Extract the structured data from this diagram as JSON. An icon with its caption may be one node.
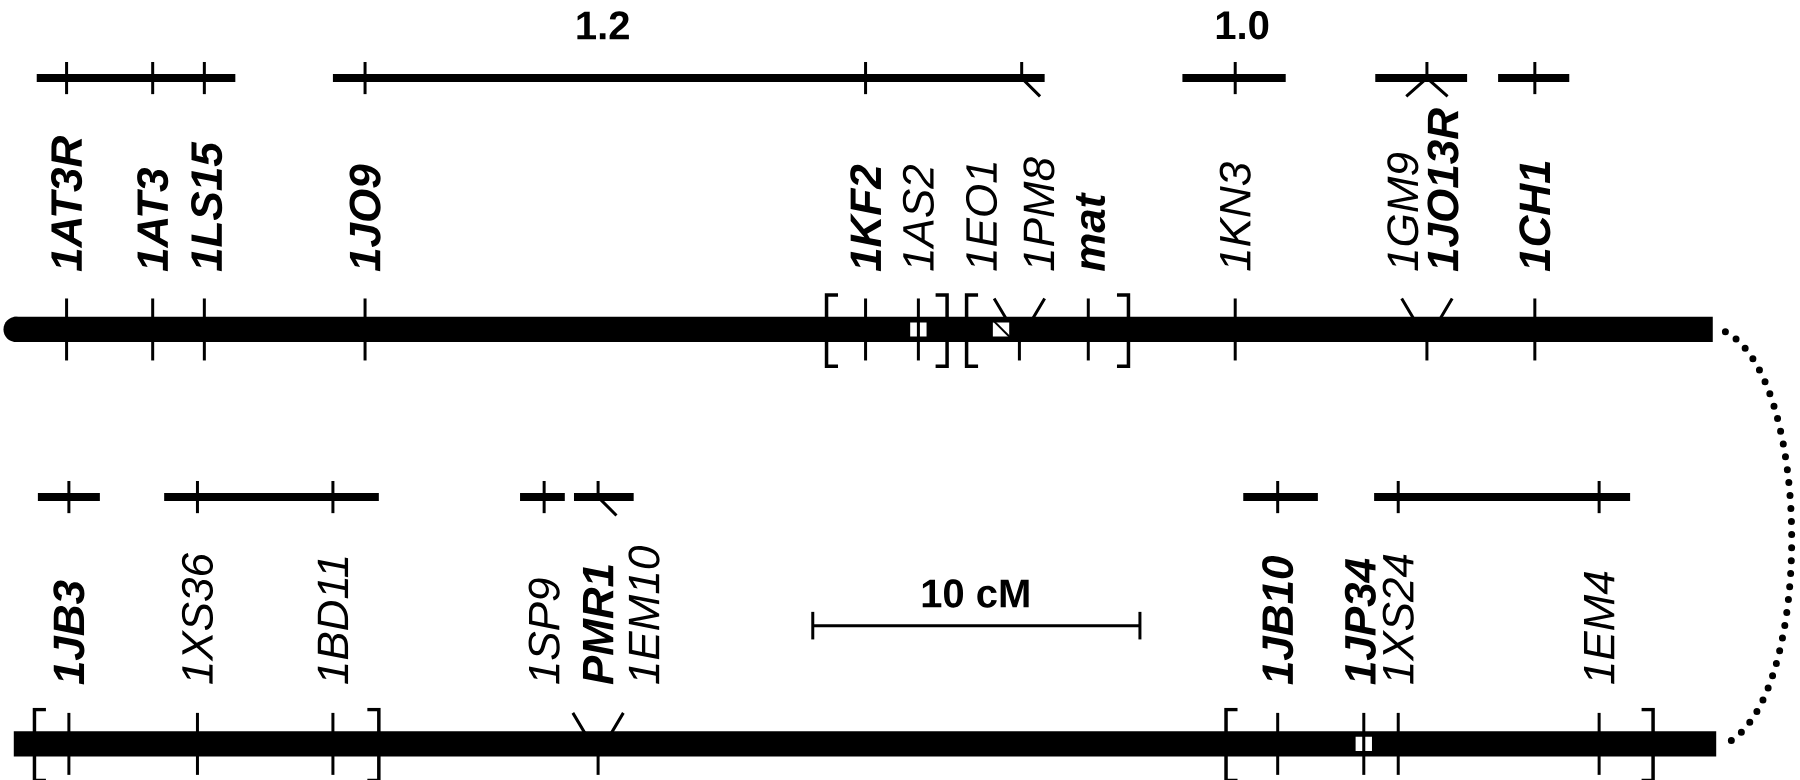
{
  "diagram": {
    "labels": [
      "1.2",
      "1.0",
      "1AT3R",
      "1AT3",
      "1LS15",
      "1JO9",
      "1KF2",
      "1AS2",
      "1EO1",
      "1PM8",
      "mat",
      "1KN3",
      "1GM9",
      "1JO13R",
      "1CH1",
      "1JB3",
      "1XS36",
      "1BD11",
      "1SP9",
      "PMR1",
      "1EM10",
      "10 cM",
      "1JB10",
      "1JP34",
      "1XS24",
      "1EM4"
    ]
  }
}
